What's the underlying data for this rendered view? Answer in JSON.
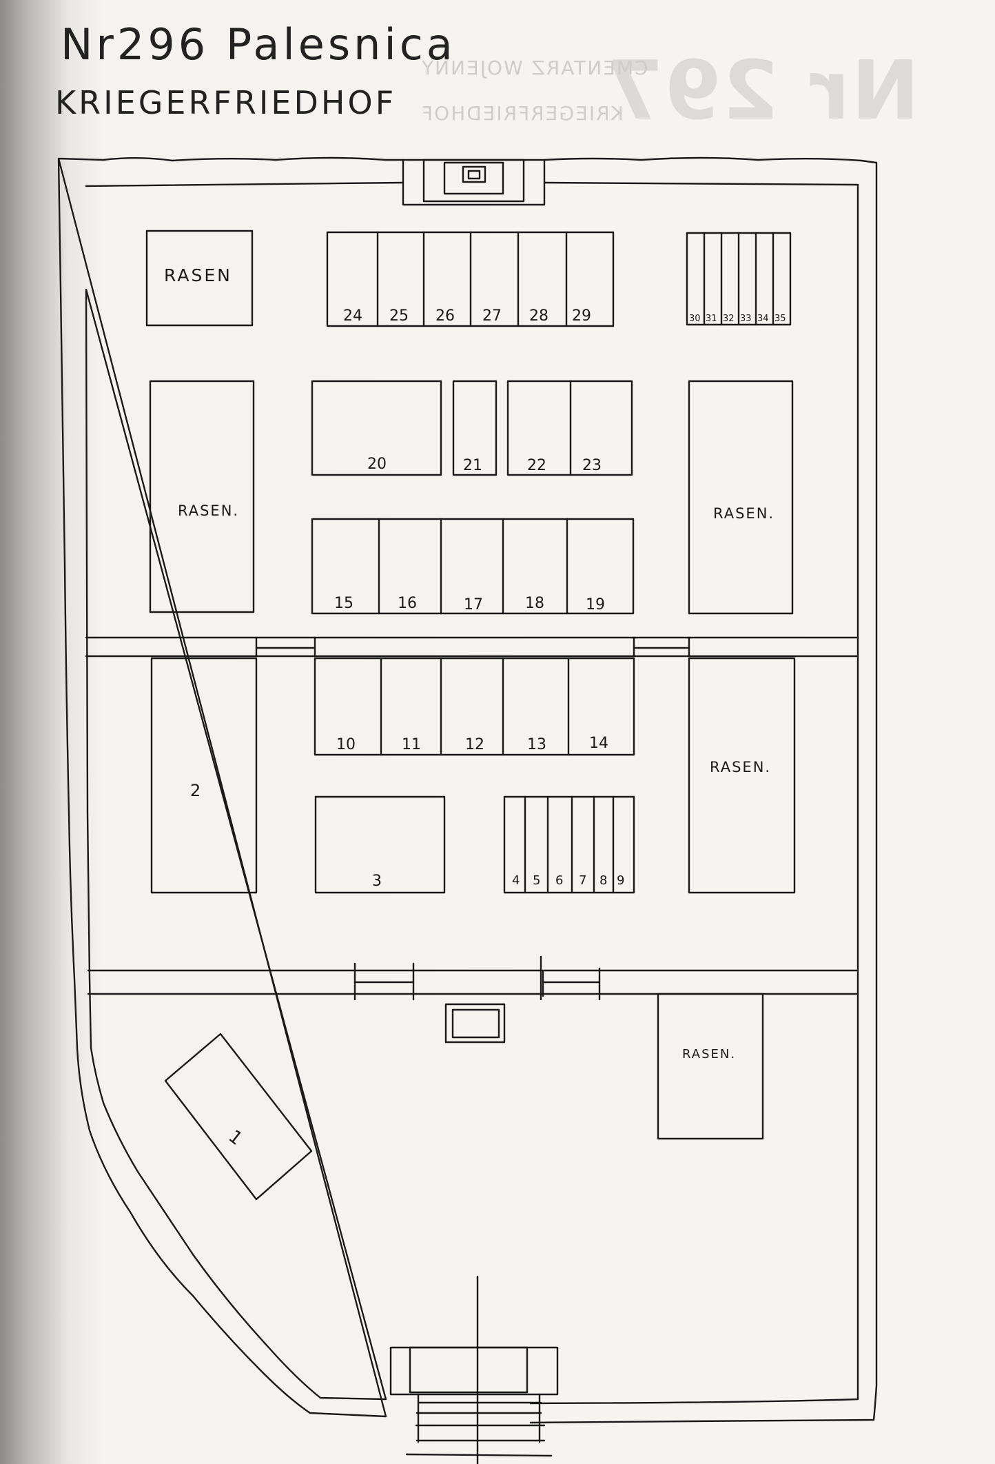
{
  "title": "Nr296 Palesnica",
  "subtitle": "KRIEGERFRIEDHOF",
  "ghost": {
    "number": "Nr 297",
    "line1": "CMENTARZ WOJENNY",
    "line2": "KRIEGERFRIEDHOF"
  },
  "lawn_label": "RASEN",
  "lawn_label_dot": "RASEN.",
  "plots": [
    "24",
    "25",
    "26",
    "27",
    "28",
    "29",
    "30",
    "31",
    "32",
    "33",
    "34",
    "35",
    "20",
    "21",
    "22",
    "23",
    "15",
    "16",
    "17",
    "18",
    "19",
    "10",
    "11",
    "12",
    "13",
    "14",
    "2",
    "3",
    "4",
    "5",
    "6",
    "7",
    "8",
    "9",
    "1"
  ]
}
